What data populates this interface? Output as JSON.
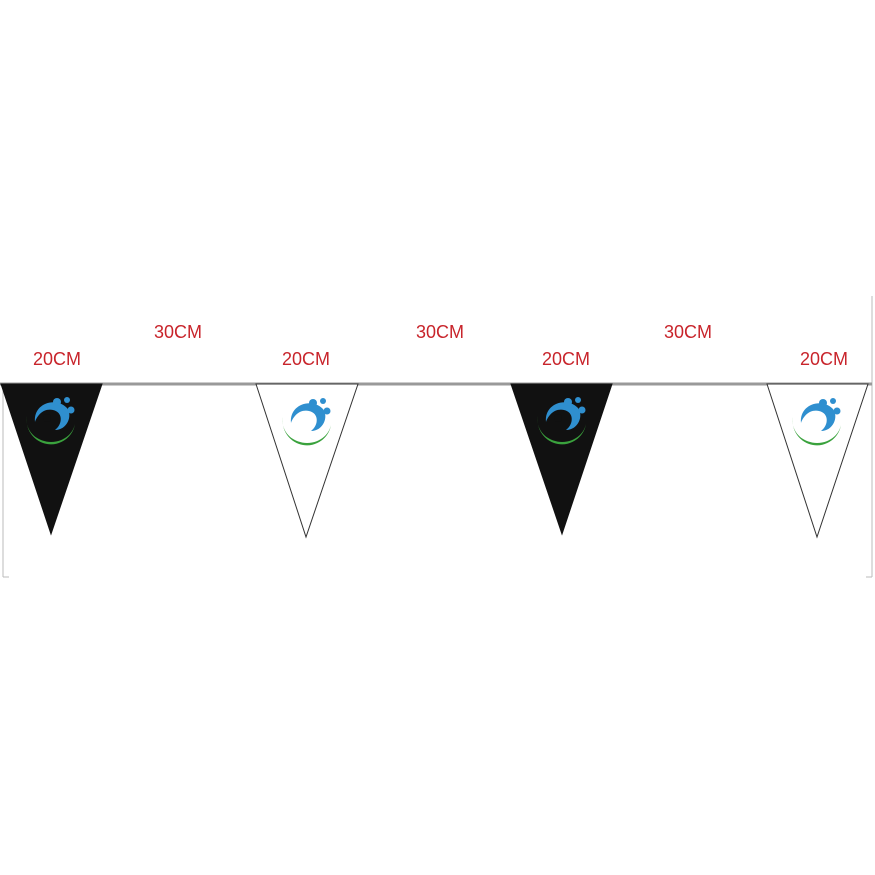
{
  "colors": {
    "label": "#c8242b",
    "dark_flag": "#111111",
    "light_flag": "#ffffff",
    "outline": "#333333",
    "string": "#999999",
    "logo_blue": "#2f8fcf",
    "logo_green": "#3aa23d"
  },
  "flags": [
    {
      "label": "20CM",
      "style": "dark",
      "logo": "water-splash-logo-icon"
    },
    {
      "label": "20CM",
      "style": "light",
      "logo": "water-splash-logo-icon"
    },
    {
      "label": "20CM",
      "style": "dark",
      "logo": "water-splash-logo-icon"
    },
    {
      "label": "20CM",
      "style": "light",
      "logo": "water-splash-logo-icon"
    }
  ],
  "gaps": [
    {
      "label": "30CM"
    },
    {
      "label": "30CM"
    },
    {
      "label": "30CM"
    }
  ]
}
